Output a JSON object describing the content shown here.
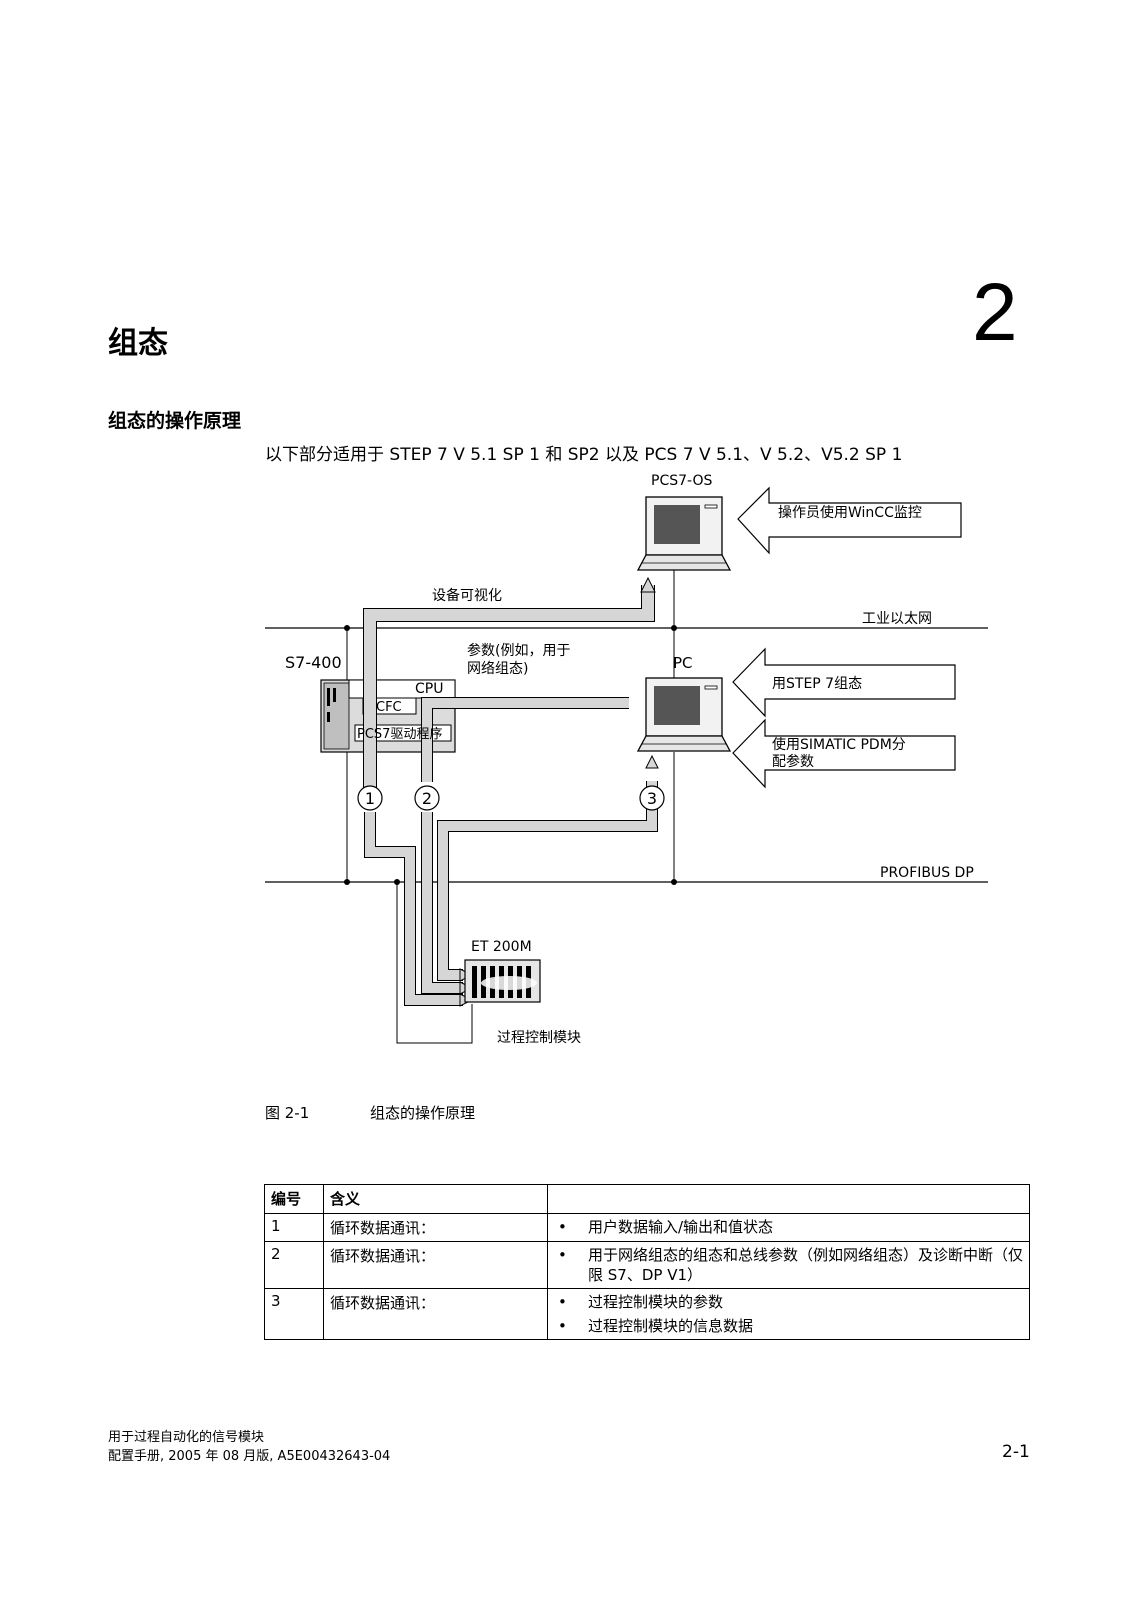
{
  "chapter": {
    "title": "组态",
    "number": "2"
  },
  "section": {
    "title": "组态的操作原理"
  },
  "intro": "以下部分适用于 STEP 7 V 5.1 SP 1 和 SP2 以及 PCS 7 V 5.1、V 5.2、V5.2 SP 1",
  "diagram": {
    "pcs7os_label": "PCS7-OS",
    "operator_note": "操作员使用WinCC监控",
    "device_visual_label": "设备可视化",
    "industrial_ethernet_label": "工业以太网",
    "params_label_line1": "参数(例如，用于",
    "params_label_line2": "网络组态)",
    "s7_label": "S7-400",
    "cpu_label": "CPU",
    "cfc_label": "CFC",
    "driver_label": "PCS7驱动程序",
    "pc_label": "PC",
    "step7_note": "用STEP 7组态",
    "pdm_note_line1": "使用SIMATIC PDM分",
    "pdm_note_line2": "配参数",
    "marker_1": "1",
    "marker_2": "2",
    "marker_3": "3",
    "profibus_label": "PROFIBUS DP",
    "et200m_label": "ET 200M",
    "module_label": "过程控制模块"
  },
  "figure": {
    "label": "图 2-1",
    "caption": "组态的操作原理"
  },
  "legend_table": {
    "headers": [
      "编号",
      "含义",
      ""
    ],
    "rows": [
      {
        "num": "1",
        "type": "循环数据通讯：",
        "items": [
          "用户数据输入/输出和值状态"
        ]
      },
      {
        "num": "2",
        "type": "循环数据通讯：",
        "items": [
          "用于网络组态的组态和总线参数（例如网络组态）及诊断中断（仅限 S7、DP V1）"
        ]
      },
      {
        "num": "3",
        "type": "循环数据通讯：",
        "items": [
          "过程控制模块的参数",
          "过程控制模块的信息数据"
        ]
      }
    ]
  },
  "footer": {
    "line1": "用于过程自动化的信号模块",
    "line2": "配置手册, 2005 年 08 月版, A5E00432643-04",
    "page": "2-1"
  }
}
